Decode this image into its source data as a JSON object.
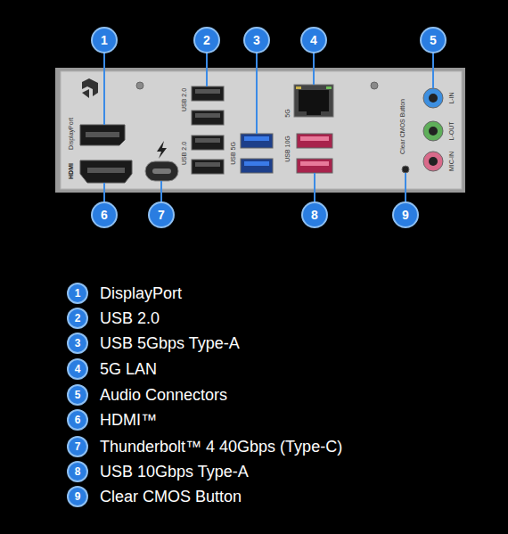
{
  "diagram": {
    "labels": [
      "1",
      "2",
      "3",
      "4",
      "5",
      "DisplayPort",
      "HDMI",
      "USB 2.0",
      "USB 2.0",
      "USB 5G",
      "5G",
      "USB 10G",
      "Clear CMOS Button",
      "L-IN",
      "L-OUT",
      "MIC-IN",
      "6",
      "7",
      "8",
      "9",
      "1",
      "DisplayPort",
      "2",
      "USB 2.0",
      "3",
      "USB 5Gbps Type-A",
      "4",
      "5G LAN",
      "5",
      "Audio Connectors",
      "6",
      "HDMI™",
      "7",
      "Thunderbolt™ 4 40Gbps (Type-C)",
      "8",
      "USB 10Gbps Type-A",
      "9",
      "Clear CMOS Button"
    ]
  }
}
